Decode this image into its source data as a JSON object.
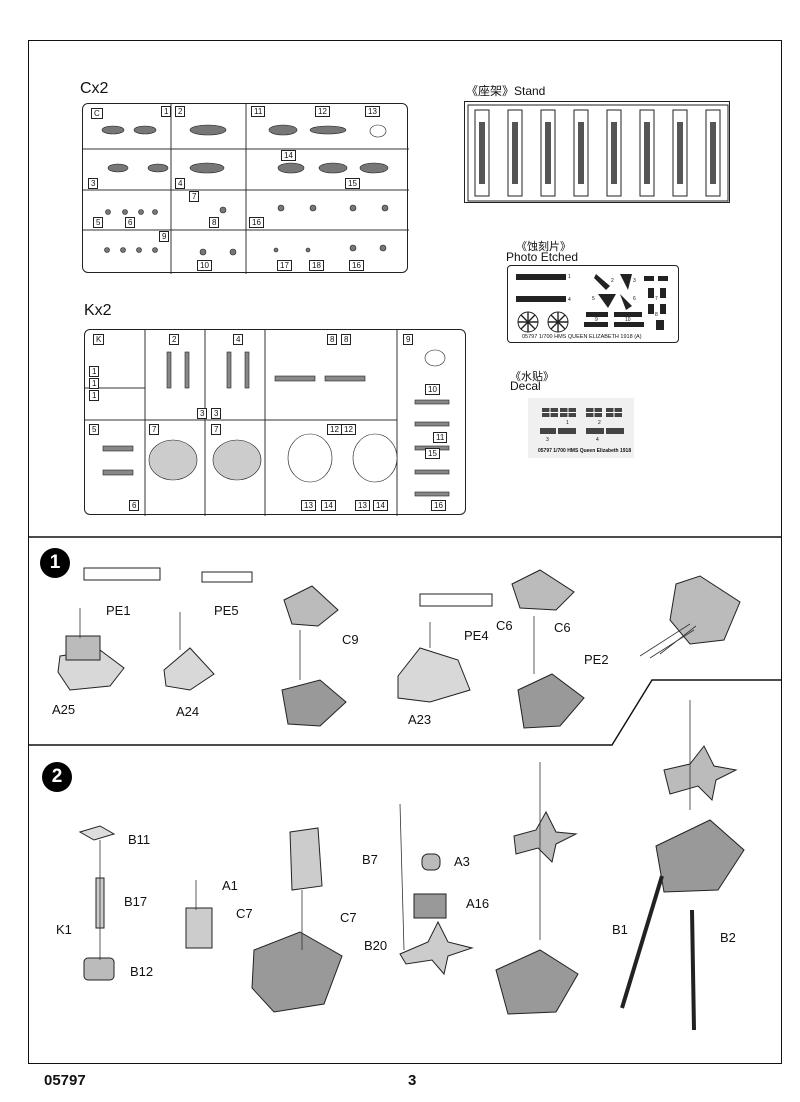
{
  "footer": {
    "code": "05797",
    "page": "3"
  },
  "parts": {
    "sprue_c": {
      "title": "Cx2",
      "letter": "C",
      "numbers": [
        "1",
        "2",
        "11",
        "12",
        "13",
        "14",
        "3",
        "4",
        "15",
        "5",
        "6",
        "7",
        "8",
        "16",
        "9",
        "10",
        "17",
        "18",
        "16"
      ]
    },
    "sprue_k": {
      "title": "Kx2",
      "letter": "K",
      "numbers": [
        "1",
        "1",
        "1",
        "2",
        "3",
        "4",
        "3",
        "8",
        "8",
        "9",
        "10",
        "11",
        "15",
        "12",
        "12",
        "13",
        "14",
        "13",
        "14",
        "16",
        "5",
        "6",
        "7",
        "7"
      ]
    },
    "stand": {
      "title": "《座架》Stand"
    },
    "photo_etched": {
      "title_cn": "《蚀刻片》",
      "title_en": "Photo Etched",
      "caption": "05797  1/700  HMS  QUEEN  ELIZABETH  1918 (A)",
      "numbers": [
        "1",
        "2",
        "3",
        "4",
        "5",
        "6",
        "7",
        "8",
        "9",
        "10"
      ]
    },
    "decal": {
      "title_cn": "《水贴》",
      "title_en": "Decal",
      "caption": "05797  1/700  HMS Queen Elizabeth 1918",
      "numbers": [
        "1",
        "2",
        "3",
        "4"
      ]
    }
  },
  "step1": {
    "number": "1",
    "callouts": [
      "PE1",
      "A25",
      "PE5",
      "A24",
      "C9",
      "PE4",
      "A23",
      "C6",
      "C6",
      "PE2"
    ]
  },
  "step2": {
    "number": "2",
    "callouts": [
      "B11",
      "B17",
      "K1",
      "B12",
      "A1",
      "C7",
      "C7",
      "B7",
      "A3",
      "A16",
      "B20",
      "B1",
      "B2"
    ]
  }
}
